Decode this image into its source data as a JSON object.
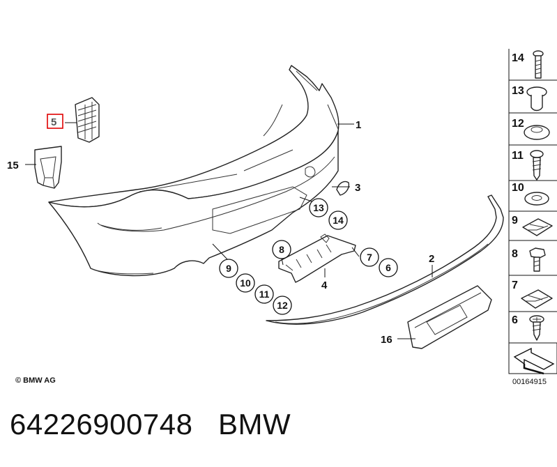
{
  "diagram": {
    "callouts": {
      "c1": "1",
      "c2": "2",
      "c3": "3",
      "c4": "4",
      "c5": "5",
      "c15": "15",
      "c16": "16",
      "c6": "6",
      "c7": "7",
      "c8": "8",
      "c9": "9",
      "c10": "10",
      "c11": "11",
      "c12": "12",
      "c13": "13",
      "c14": "14"
    },
    "highlight_color": "#e00000",
    "highlighted_callout": "5"
  },
  "sidebar": {
    "items": [
      "14",
      "13",
      "12",
      "11",
      "10",
      "9",
      "8",
      "7",
      "6"
    ]
  },
  "footer": {
    "copyright": "© BMW AG",
    "diagram_id": "00164915"
  },
  "caption": {
    "part_number": "64226900748",
    "brand": "BMW"
  }
}
